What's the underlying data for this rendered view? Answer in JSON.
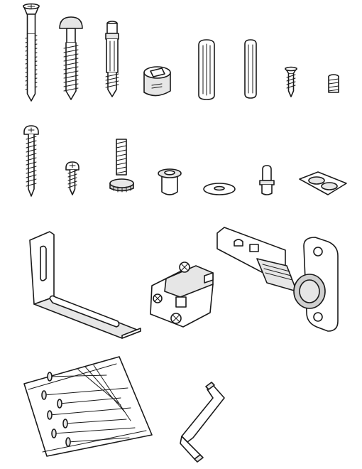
{
  "diagram": {
    "kind": "hardware-parts-inventory",
    "parts": [
      {
        "id": "countersunk-wood-screw"
      },
      {
        "id": "round-head-screw-with-plug"
      },
      {
        "id": "cam-lock-bolt"
      },
      {
        "id": "cam-lock-nut"
      },
      {
        "id": "large-wooden-dowel"
      },
      {
        "id": "small-wooden-dowel"
      },
      {
        "id": "short-countersunk-screw"
      },
      {
        "id": "threaded-insert"
      },
      {
        "id": "long-pan-head-screw"
      },
      {
        "id": "short-pan-head-screw"
      },
      {
        "id": "thumb-screw-bolt"
      },
      {
        "id": "flanged-sleeve-nut"
      },
      {
        "id": "flat-washer"
      },
      {
        "id": "shelf-support-pin"
      },
      {
        "id": "adhesive-bumper-pads"
      },
      {
        "id": "angle-bracket"
      },
      {
        "id": "hinge-mounting-plate"
      },
      {
        "id": "concealed-cabinet-hinge"
      },
      {
        "id": "bag-of-nails"
      },
      {
        "id": "hex-allen-key"
      }
    ]
  }
}
